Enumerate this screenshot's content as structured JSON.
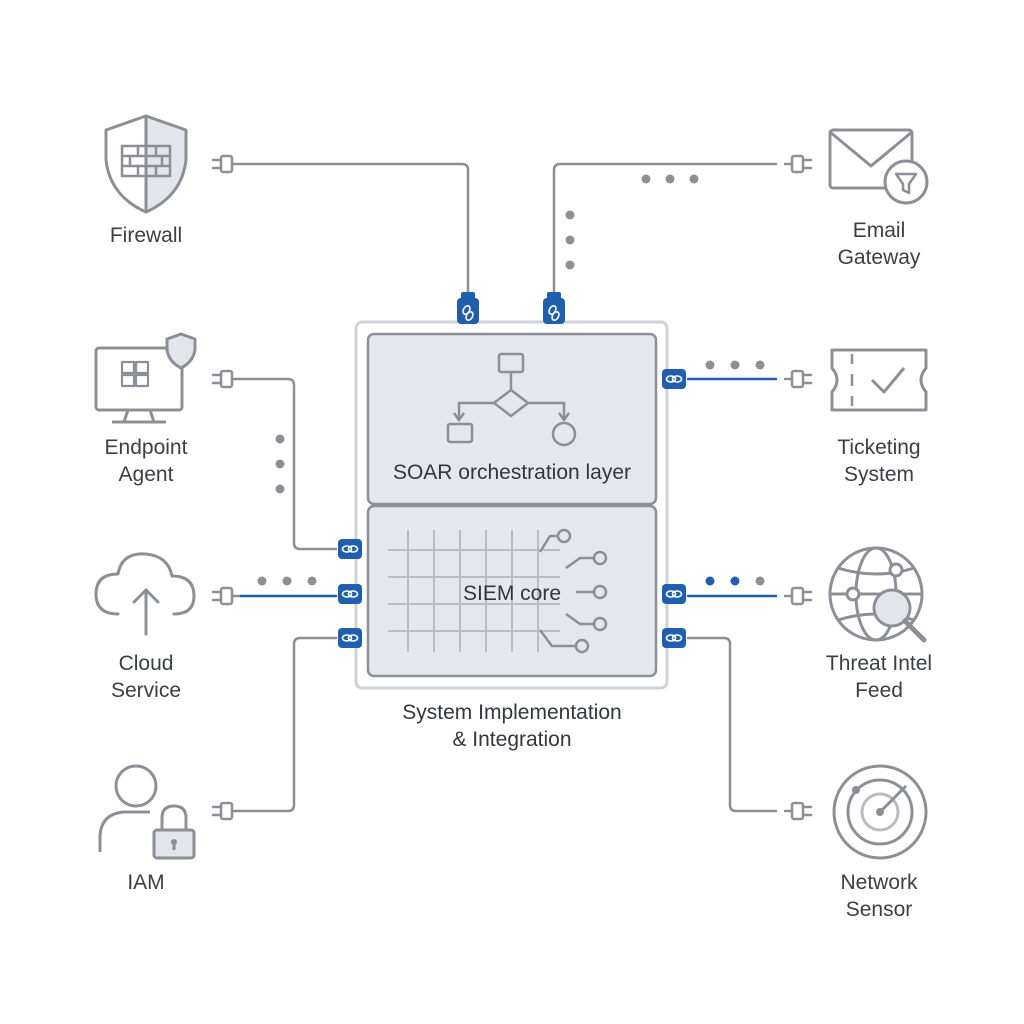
{
  "colors": {
    "line": "#8c9096",
    "accent": "#1f5fae",
    "panel": "#e3e6ea",
    "text": "#3b3f45"
  },
  "nodes": {
    "firewall": {
      "line1": "Firewall",
      "icon": "shield-brick-wall-icon"
    },
    "email_gateway": {
      "line1": "Email",
      "line2": "Gateway",
      "icon": "envelope-filter-icon"
    },
    "endpoint_agent": {
      "line1": "Endpoint",
      "line2": "Agent",
      "icon": "monitor-windows-shield-icon"
    },
    "ticketing_system": {
      "line1": "Ticketing",
      "line2": "System",
      "icon": "ticket-check-icon"
    },
    "cloud_service": {
      "line1": "Cloud",
      "line2": "Service",
      "icon": "cloud-upload-icon"
    },
    "threat_intel_feed": {
      "line1": "Threat Intel",
      "line2": "Feed",
      "icon": "globe-magnifier-icon"
    },
    "iam": {
      "line1": "IAM",
      "icon": "user-lock-icon"
    },
    "network_sensor": {
      "line1": "Network",
      "line2": "Sensor",
      "icon": "radar-icon"
    }
  },
  "hub": {
    "soar_label": "SOAR orchestration layer",
    "siem_label": "SIEM core",
    "caption_line1": "System Implementation",
    "caption_line2": "& Integration"
  }
}
